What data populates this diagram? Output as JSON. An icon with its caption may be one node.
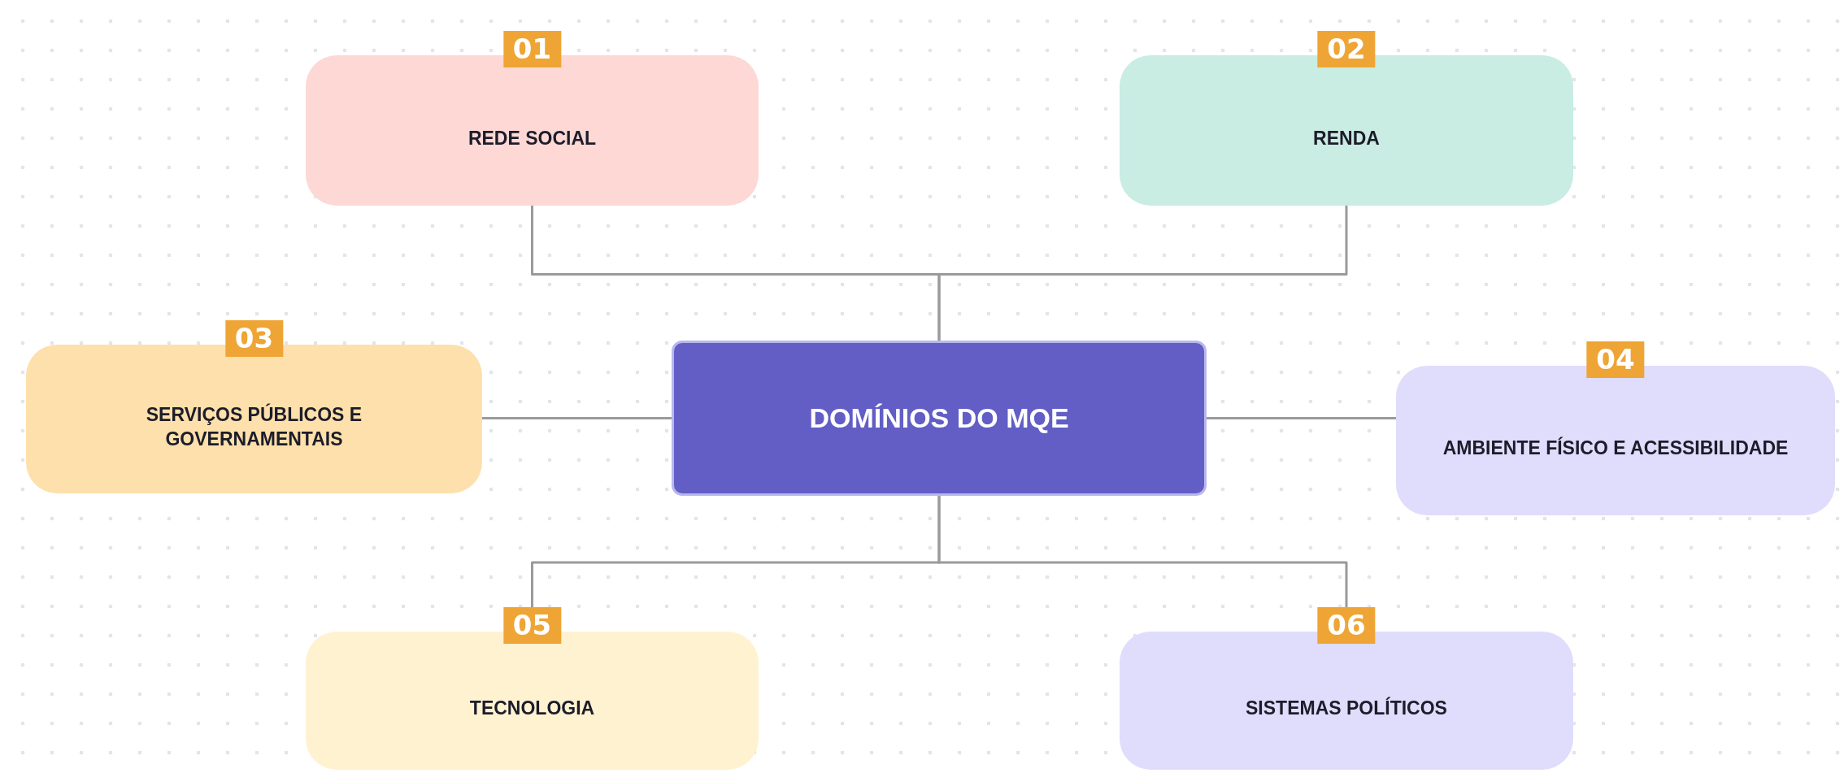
{
  "diagram": {
    "nodes": [
      {
        "text": [
          "01",
          "REDE SOCIAL"
        ]
      },
      {
        "text": [
          "02",
          "RENDA"
        ]
      },
      {
        "text": [
          "03",
          "SERVIÇOS PÚBLICOS E GOVERNAMENTAIS"
        ]
      },
      {
        "text": [
          "DOMÍNIOS DO MQE"
        ]
      },
      {
        "text": [
          "04",
          "AMBIENTE FÍSICO E ACESSIBILIDADE"
        ]
      },
      {
        "text": [
          "05",
          "TECNOLOGIA"
        ]
      },
      {
        "text": [
          "06",
          "SISTEMAS POLÍTICOS"
        ]
      }
    ],
    "edges": [
      {
        "from": 3,
        "to": 0,
        "arrow": "none"
      },
      {
        "from": 3,
        "to": 1,
        "arrow": "none"
      },
      {
        "from": 3,
        "to": 2,
        "arrow": "none"
      },
      {
        "from": 3,
        "to": 4,
        "arrow": "none"
      },
      {
        "from": 3,
        "to": 5,
        "arrow": "none"
      },
      {
        "from": 3,
        "to": 6,
        "arrow": "none"
      }
    ]
  }
}
